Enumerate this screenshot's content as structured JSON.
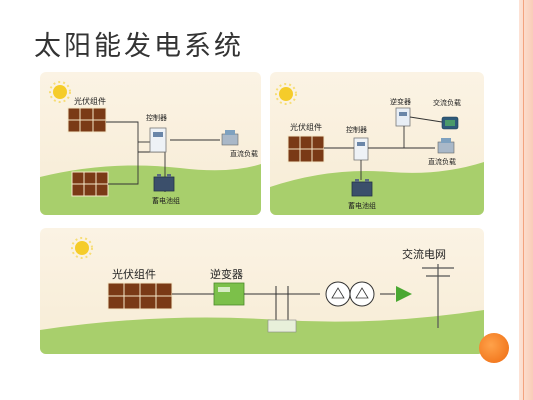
{
  "slide": {
    "title": "太阳能发电系统"
  },
  "panel_dc": {
    "pv_label": "光伏组件",
    "controller_label": "控制器",
    "dc_load_label": "直流负载",
    "battery_label": "蓄电池组"
  },
  "panel_ac_dc": {
    "inverter_label": "逆变器",
    "ac_load_label": "交流负载",
    "pv_label": "光伏组件",
    "controller_label": "控制器",
    "dc_load_label": "直流负载",
    "battery_label": "蓄电池组"
  },
  "panel_grid": {
    "pv_label": "光伏组件",
    "inverter_label": "逆变器",
    "grid_label": "交流电网"
  },
  "colors": {
    "panel_bg": "#fbf3e4",
    "ground": "#a8cf6c",
    "sun": "#f5cc2a",
    "solar_panel": "#7a3a16",
    "accent_orange": "#ee6a10",
    "grid_arrow": "#4aa832"
  }
}
